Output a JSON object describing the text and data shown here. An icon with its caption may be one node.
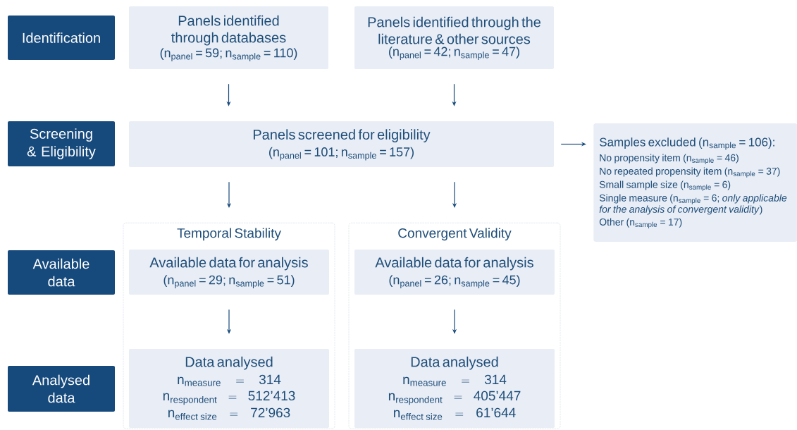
{
  "diagram": {
    "nodes": [
      {
        "text": [
          "Identification"
        ]
      },
      {
        "text": [
          "Screening & Eligibility"
        ]
      },
      {
        "text": [
          "Available data"
        ]
      },
      {
        "text": [
          "Analysed data"
        ]
      },
      {
        "text": [
          "Panels identified through databases",
          "(n$_{panel}$ = 59; n$_{sample}$ = 110)"
        ]
      },
      {
        "text": [
          "Panels identified through the literature & other sources",
          "(n$_{panel}$ = 42; n$_{sample}$ = 47)"
        ]
      },
      {
        "text": [
          "Panels screened for eligibility",
          "(n$_{panel}$ = 101; n$_{sample}$ = 157)"
        ]
      },
      {
        "text": [
          "Samples excluded (n$_{sample}$ = 106):",
          "No propensity item (n$_{sample}$ = 46)",
          "No repeated propensity item (n$_{sample}$ = 37)",
          "Small sample size (n$_{sample}$ = 6)",
          "Single measure (n$_{sample}$ = 6; *only applicable for the analysis of convergent validity*)",
          "Other (n$_{sample}$ = 17)"
        ]
      },
      {
        "text": [
          "Temporal Stability"
        ]
      },
      {
        "text": [
          "Available data for analysis",
          "(n$_{panel}$ = 29; n$_{sample}$ = 51)"
        ],
        "in": 8
      },
      {
        "text": [
          "Data analysed",
          "\\mathrm{n}_{\\mathrm{measure}} = \\mbox{314}",
          "\\mathrm{n}_{\\mathrm{respondent}} = \\mbox{512’413}",
          "\\mathrm{n}_{\\mathrm{effect\\ size}} = \\mbox{72’963}"
        ],
        "in": 8
      },
      {
        "text": [
          "Convergent Validity"
        ]
      },
      {
        "text": [
          "Available data for analysis",
          "(n$_{panel}$ = 26; n$_{sample}$ = 45)"
        ],
        "in": 11
      },
      {
        "text": [
          "Data analysed",
          "\\mathrm{n}_{\\mathrm{measure}} = \\mbox{314}",
          "\\mathrm{n}_{\\mathrm{respondent}} = \\mbox{405’447}",
          "\\mathrm{n}_{\\mathrm{effect\\ size}} = \\mbox{61’644}"
        ],
        "in": 11
      }
    ],
    "edges": [
      {
        "from": 4,
        "to": 6,
        "arrow": "to"
      },
      {
        "from": 5,
        "to": 6,
        "arrow": "to"
      },
      {
        "from": 6,
        "to": 7,
        "arrow": "to"
      },
      {
        "from": 6,
        "to": 8,
        "arrow": "to"
      },
      {
        "from": 6,
        "to": 11,
        "arrow": "to"
      },
      {
        "from": 9,
        "to": 10,
        "arrow": "to"
      },
      {
        "from": 12,
        "to": 13,
        "arrow": "to"
      }
    ]
  }
}
